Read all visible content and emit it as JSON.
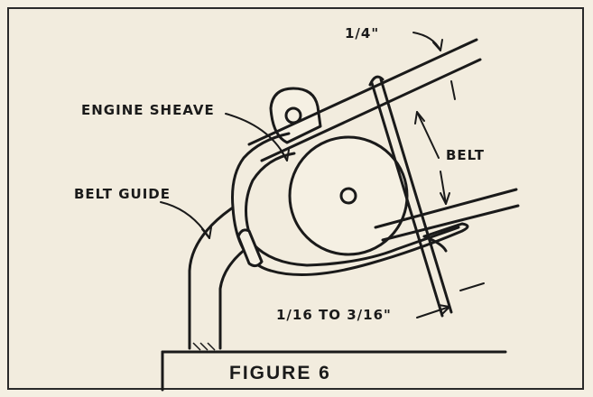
{
  "diagram": {
    "figure_label": "FIGURE 6",
    "labels": {
      "engine_sheave": "ENGINE SHEAVE",
      "belt_guide": "BELT GUIDE",
      "belt": "BELT",
      "top_dimension": "1/4\"",
      "bottom_dimension": "1/16 TO 3/16\""
    },
    "colors": {
      "paper": "#f2ecde",
      "ink": "#1a1a1a"
    }
  }
}
